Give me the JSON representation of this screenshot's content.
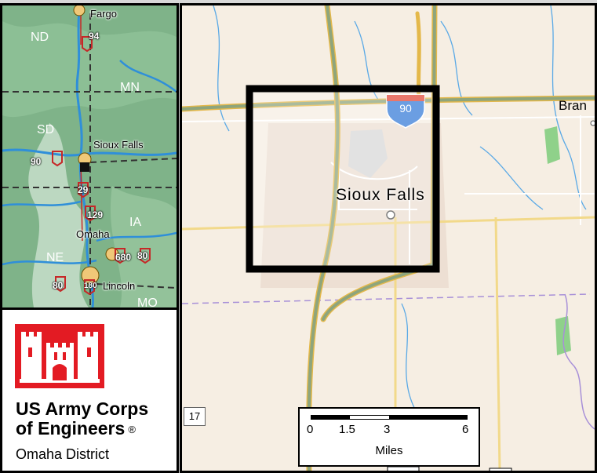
{
  "overview": {
    "states": [
      "ND",
      "MN",
      "SD",
      "IA",
      "NE",
      "MO"
    ],
    "cities": [
      "Fargo",
      "Sioux Falls",
      "Omaha",
      "Lincoln"
    ],
    "shields": [
      "94",
      "90",
      "29",
      "129",
      "680",
      "80",
      "80",
      "180"
    ]
  },
  "logo": {
    "org_line1": "US Army Corps",
    "org_line2": "of Engineers",
    "registered_mark": "®",
    "district": "Omaha District"
  },
  "main_map": {
    "city_label": "Sioux Falls",
    "partial_city_label": "Bran",
    "interstate_shield": "90",
    "highway_shield": "17",
    "scale": {
      "ticks": [
        "0",
        "1.5",
        "3",
        "6"
      ],
      "unit": "Miles"
    },
    "colors": {
      "land": "#f6eee3",
      "highway": "#8ea57c",
      "water": "#4da6e0",
      "boundary_purple": "#a890d8",
      "park_green": "#8fd18a"
    }
  }
}
